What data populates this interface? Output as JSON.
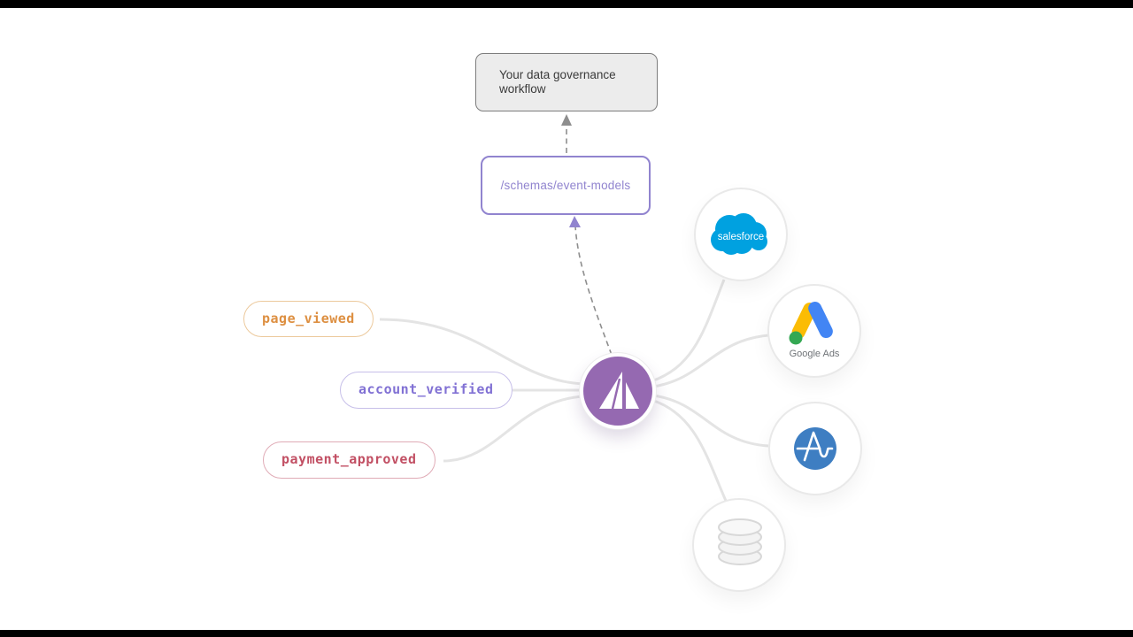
{
  "frame": {
    "bar_color": "#000000"
  },
  "workflow_box": {
    "text": "Your data governance workflow",
    "bg": "#ececec",
    "border_color": "#7c7c7c",
    "text_color": "#3a3a3a"
  },
  "schema_box": {
    "path": "/schemas/event-models",
    "accent_color": "#9184cf"
  },
  "center_node": {
    "icon": "sail-logo-icon",
    "color": "#9569b1"
  },
  "events": [
    {
      "label": "page_viewed",
      "text_color": "#dd8f41",
      "border_color": "#ecc99c"
    },
    {
      "label": "account_verified",
      "text_color": "#8171d4",
      "border_color": "#c7bfe9"
    },
    {
      "label": "payment_approved",
      "text_color": "#c25064",
      "border_color": "#e0abb6"
    }
  ],
  "destinations": [
    {
      "name": "salesforce",
      "label": "salesforce",
      "brand_color": "#00a1e0"
    },
    {
      "name": "google-ads",
      "label": "Google Ads",
      "caption_color": "#6f7377",
      "colors": {
        "blue": "#4285f4",
        "yellow": "#fbbc04",
        "green": "#34a853"
      }
    },
    {
      "name": "amplitude",
      "brand_color": "#3e7ec2",
      "glyph_color": "#ffffff"
    },
    {
      "name": "database",
      "icon_stroke": "#d8d8d8",
      "icon_fill": "#f3f3f3"
    }
  ],
  "connectors": {
    "line_color": "#e4e4e4",
    "dashed_color": "#8e8e8e"
  }
}
